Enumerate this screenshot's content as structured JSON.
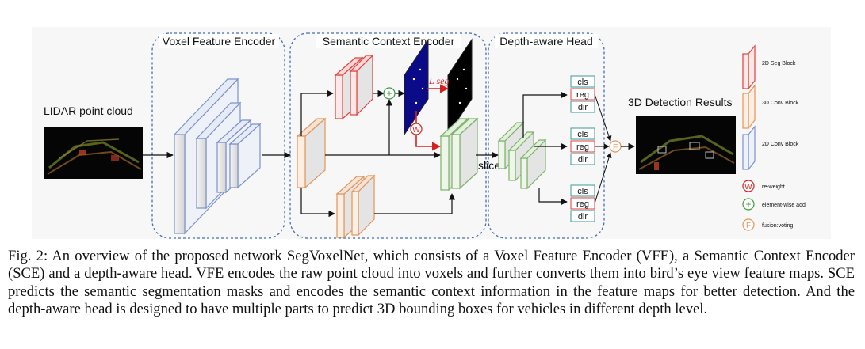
{
  "diagram": {
    "sections": {
      "vfe": "Voxel Feature Encoder",
      "sce": "Semantic Context Encoder",
      "head": "Depth-aware Head"
    },
    "input_label": "LIDAR point cloud",
    "output_label": "3D Detection Results",
    "seg_loss_label": "L seg",
    "slice_label": "slice",
    "head_outputs": [
      {
        "cls": "cls",
        "reg": "reg",
        "dir": "dir"
      },
      {
        "cls": "cls",
        "reg": "reg",
        "dir": "dir"
      },
      {
        "cls": "cls",
        "reg": "reg",
        "dir": "dir"
      }
    ],
    "operators": {
      "reweight_symbol": "W",
      "add_symbol": "+",
      "fusion_symbol": "F"
    },
    "legend": {
      "seg_block": "2D Seg Block",
      "conv3d_block": "3D Conv Block",
      "conv2d_block": "2D Conv Block",
      "reweight": "re-weight",
      "add": "element-wise add",
      "fusion": "fusion:voting"
    },
    "colors": {
      "seg_red": "#e0433f",
      "conv3d_orange": "#e3965a",
      "conv2d_blue": "#7c93c9",
      "green": "#7fb26c",
      "teal": "#3d9a9a",
      "arrow_red": "#d62020",
      "seg_map": "#0b0b8a"
    }
  },
  "caption": {
    "label": "Fig. 2:",
    "text": "An overview of the proposed network SegVoxelNet, which consists of a Voxel Feature Encoder (VFE), a Semantic Context Encoder (SCE) and a depth-aware head. VFE encodes the raw point cloud into voxels and further converts them into bird’s eye view feature maps. SCE predicts the semantic segmentation masks and encodes the semantic context information in the feature maps for better detection. And the depth-aware head is designed to have multiple parts to predict 3D bounding boxes for vehicles in different depth level."
  }
}
